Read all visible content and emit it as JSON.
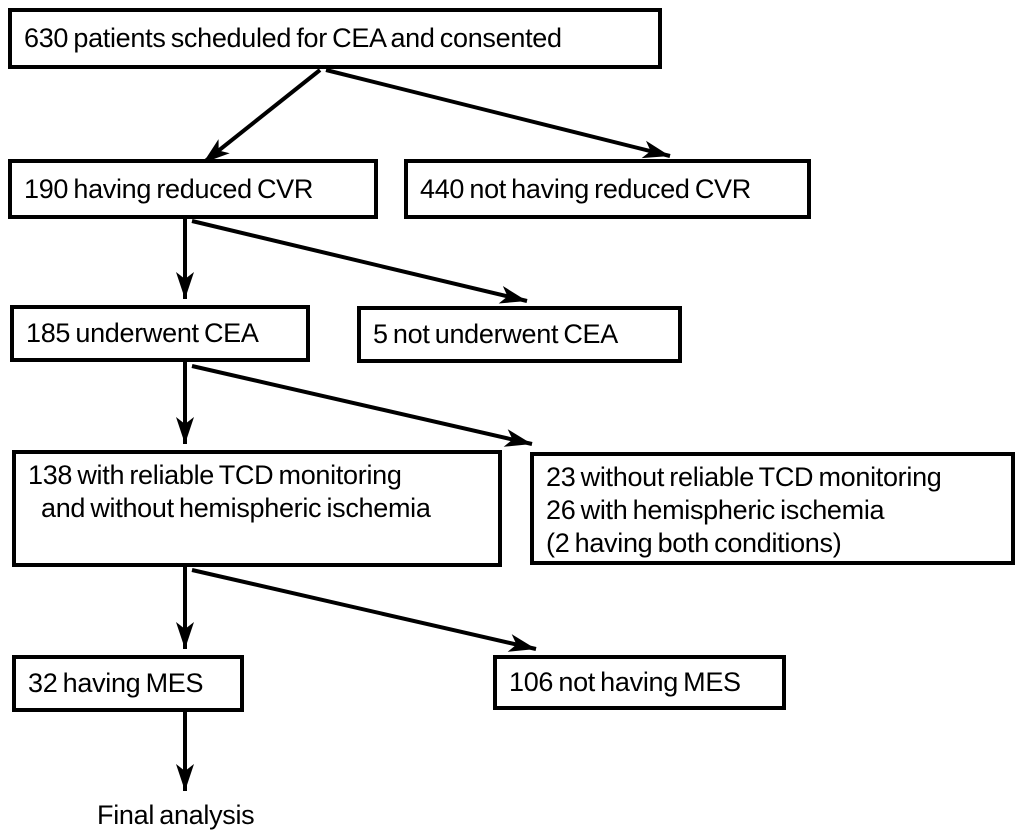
{
  "diagram": {
    "type": "patient-flowchart",
    "nodes": {
      "consented": {
        "label": "630 patients scheduled for CEA and consented"
      },
      "reduced_cvr": {
        "label": "190 having reduced CVR"
      },
      "not_reduced_cvr": {
        "label": "440 not having reduced CVR"
      },
      "underwent_cea": {
        "label": "185 underwent CEA"
      },
      "not_underwent_cea": {
        "label": "5 not underwent CEA"
      },
      "reliable_tcd": {
        "lines": [
          "138 with reliable TCD monitoring",
          "and without hemispheric ischemia"
        ]
      },
      "excluded": {
        "lines": [
          "23 without reliable TCD monitoring",
          "26 with hemispheric ischemia",
          "(2 having both conditions)"
        ]
      },
      "having_mes": {
        "label": "32 having MES"
      },
      "not_having_mes": {
        "label": "106 not having MES"
      },
      "final": {
        "label": "Final analysis"
      }
    },
    "colors": {
      "line": "#000000",
      "box_border": "#000000",
      "background": "#ffffff",
      "text": "#000000"
    }
  }
}
